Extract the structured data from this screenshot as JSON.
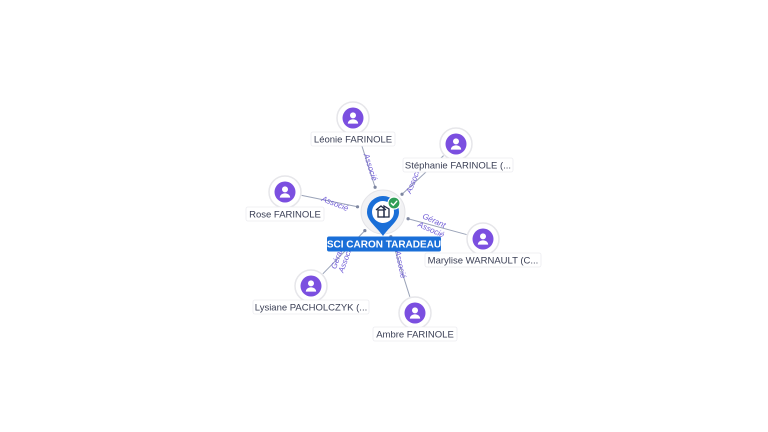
{
  "center": {
    "label": "SCI CARON TARADEAU",
    "icon": "building-icon",
    "badge_icon": "check-icon",
    "accent": "#1a6fd8",
    "badge_color": "#2e9e57"
  },
  "person_color": "#7b4fe0",
  "persons": [
    {
      "id": "leonie",
      "label": "Léonie FARINOLE",
      "icon": "person-icon"
    },
    {
      "id": "stephanie",
      "label": "Stéphanie FARINOLE (...",
      "icon": "person-icon"
    },
    {
      "id": "rose",
      "label": "Rose FARINOLE",
      "icon": "person-icon"
    },
    {
      "id": "marylise",
      "label": "Marylise WARNAULT (C...",
      "icon": "person-icon"
    },
    {
      "id": "lysiane",
      "label": "Lysiane PACHOLCZYK (...",
      "icon": "person-icon"
    },
    {
      "id": "ambre",
      "label": "Ambre FARINOLE",
      "icon": "person-icon"
    }
  ],
  "edges": [
    {
      "to": "leonie",
      "labels": [
        "Associé"
      ]
    },
    {
      "to": "stephanie",
      "labels": [
        "Associé"
      ]
    },
    {
      "to": "rose",
      "labels": [
        "Associé"
      ]
    },
    {
      "to": "marylise",
      "labels": [
        "Gérant",
        "Associé"
      ]
    },
    {
      "to": "lysiane",
      "labels": [
        "Gérant",
        "Associé"
      ]
    },
    {
      "to": "ambre",
      "labels": [
        "Associé"
      ]
    }
  ]
}
